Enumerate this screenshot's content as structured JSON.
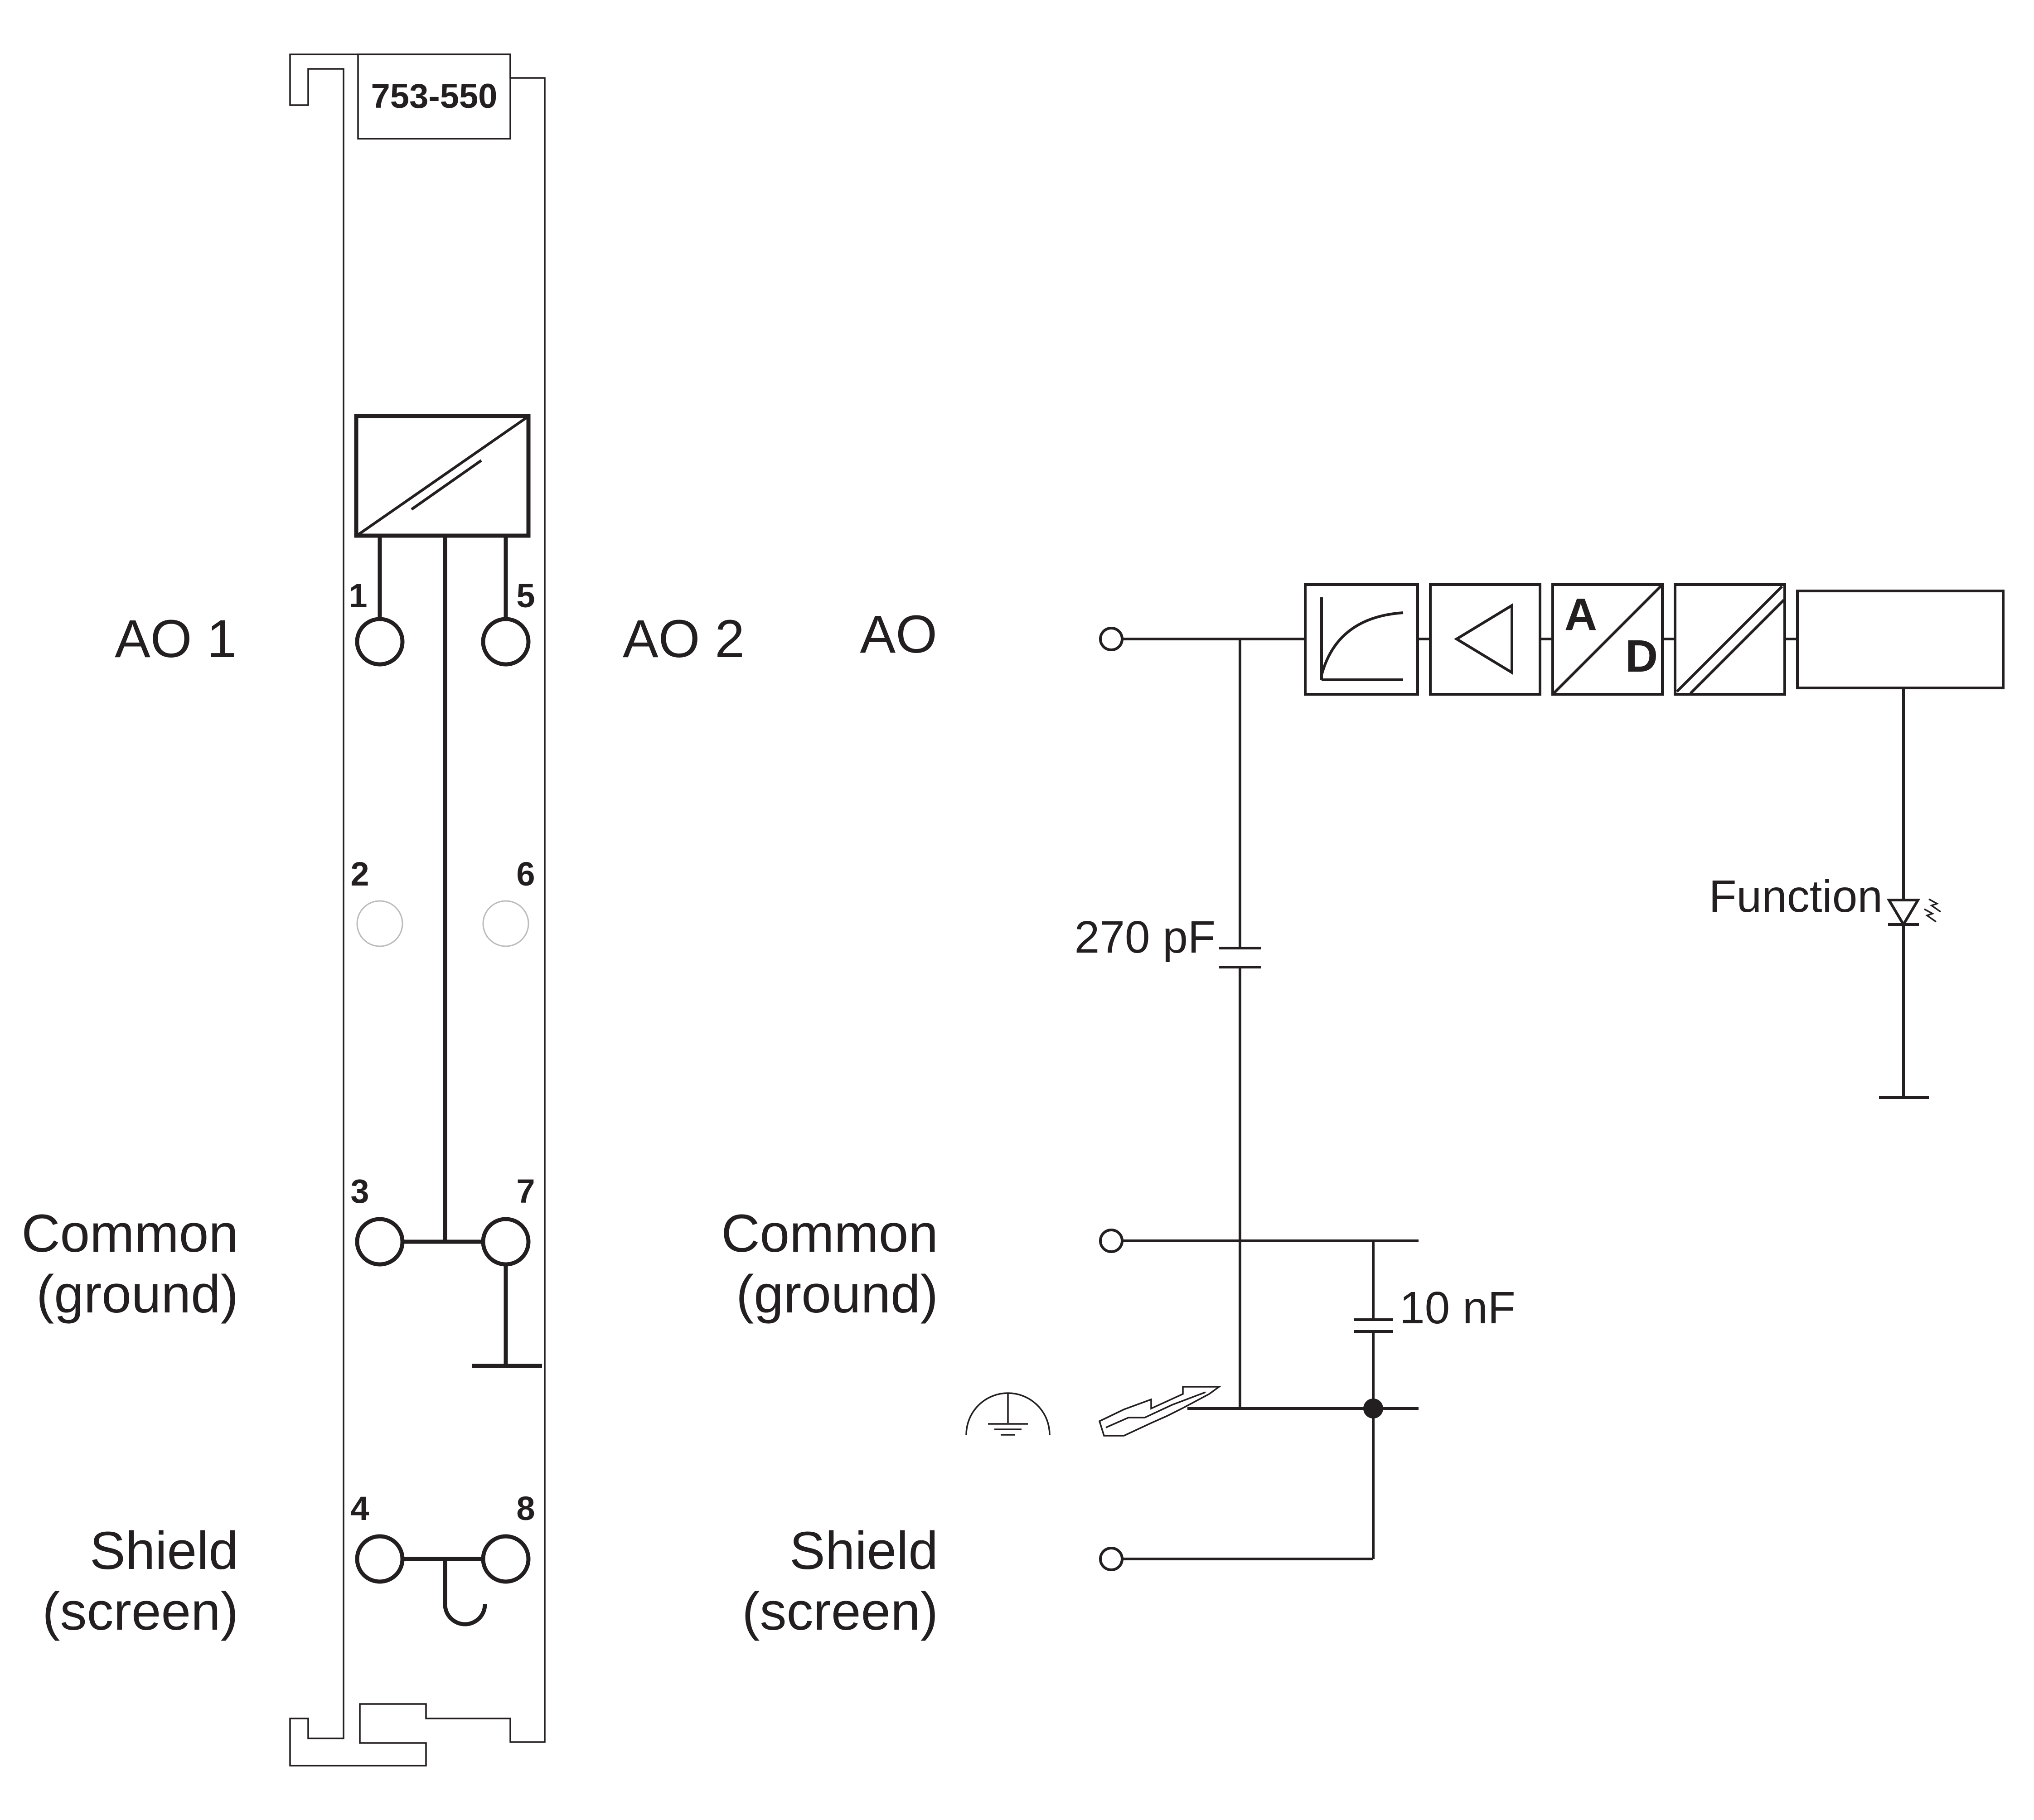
{
  "module": {
    "part_number": "753-550"
  },
  "left_labels": {
    "ao1": "AO 1",
    "ao2": "AO 2",
    "common_line1": "Common",
    "common_line2": "(ground)",
    "shield_line1": "Shield",
    "shield_line2": "(screen)"
  },
  "pins": [
    "1",
    "2",
    "3",
    "4",
    "5",
    "6",
    "7",
    "8"
  ],
  "right_labels": {
    "ao": "AO",
    "common_line1": "Common",
    "common_line2": "(ground)",
    "shield_line1": "Shield",
    "shield_line2": "(screen)",
    "cap1": "270 pF",
    "cap2": "10 nF",
    "function": "Function",
    "adc_a": "A",
    "adc_d": "D"
  },
  "colors": {
    "line": "#231f20",
    "unused_terminal": "#bbbbbb",
    "background": "#ffffff"
  }
}
